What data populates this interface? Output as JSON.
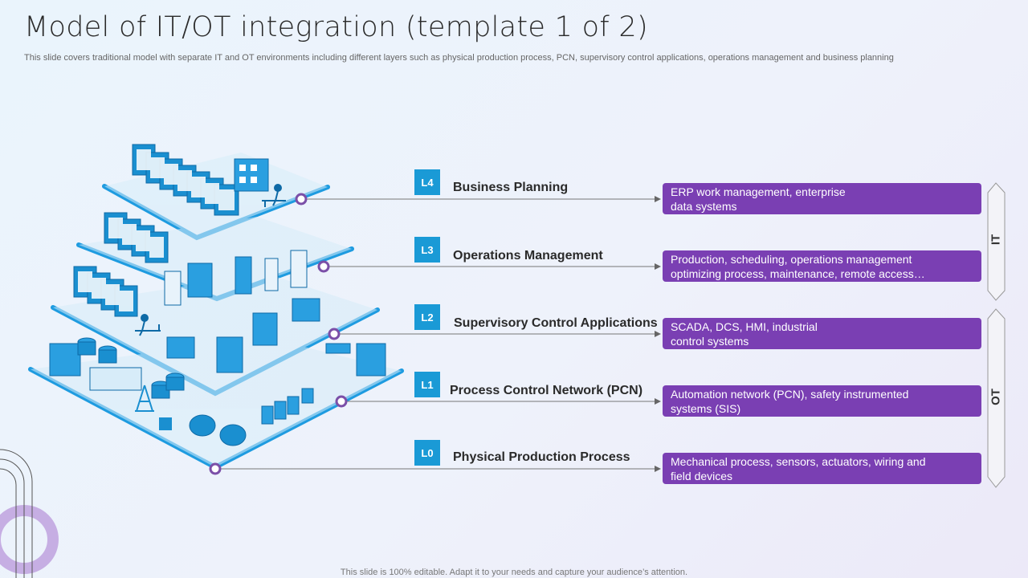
{
  "title": "Model of IT/OT integration (template 1 of 2)",
  "subtitle": "This slide covers traditional model with separate IT and OT environments including different layers such as physical production process, PCN, supervisory control applications, operations management and business planning",
  "footer": "This slide is 100% editable. Adapt it to your needs and capture your audience’s attention.",
  "layers": [
    {
      "code": "L4",
      "name": "Business Planning",
      "desc": [
        "ERP work management, enterprise",
        "data systems"
      ]
    },
    {
      "code": "L3",
      "name": "Operations Management",
      "desc": [
        "Production, scheduling, operations management",
        "optimizing process, maintenance, remote access…"
      ]
    },
    {
      "code": "L2",
      "name": "Supervisory Control Applications",
      "desc": [
        "SCADA, DCS, HMI,  industrial",
        "control systems"
      ]
    },
    {
      "code": "L1",
      "name": "Process Control Network (PCN)",
      "desc": [
        "Automation network (PCN), safety instrumented",
        "systems (SIS)"
      ]
    },
    {
      "code": "L0",
      "name": "Physical Production Process",
      "desc": [
        "Mechanical process, sensors, actuators, wiring and",
        "field devices"
      ]
    }
  ],
  "groups": {
    "it": "IT",
    "ot": "OT"
  },
  "colors": {
    "accent_blue": "#1a9ad6",
    "accent_purple": "#7a3fb3",
    "dot_purple": "#7b4fa8"
  }
}
